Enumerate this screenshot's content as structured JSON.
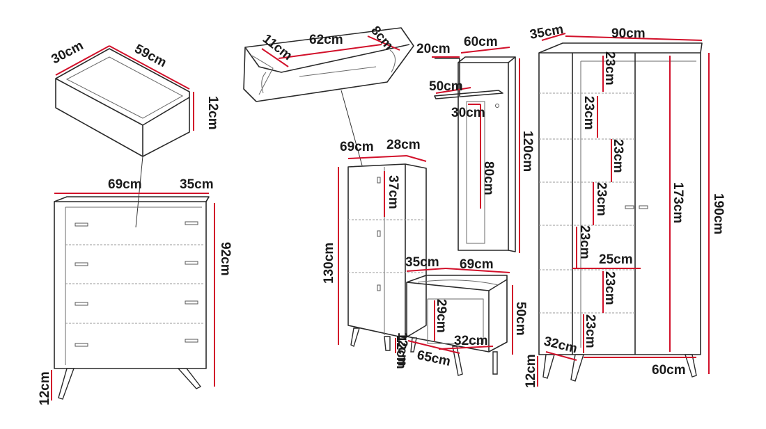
{
  "colors": {
    "outline": "#2a2a2a",
    "dimension_line": "#d2102a",
    "text": "#1a1a1a",
    "background": "#ffffff"
  },
  "drawer": {
    "depth": "30cm",
    "width": "59cm",
    "height": "12cm"
  },
  "chest": {
    "width": "69cm",
    "depth": "35cm",
    "height": "92cm",
    "legs": "12cm"
  },
  "shelf_box": {
    "depth": "11cm",
    "width": "62cm",
    "height": "8cm"
  },
  "hall_panel": {
    "depth": "20cm",
    "width": "60cm",
    "shelf_depth": "50cm",
    "mirror_width": "30cm",
    "mirror_height": "80cm",
    "height": "120cm"
  },
  "cabinet": {
    "width": "69cm",
    "depth": "28cm",
    "compartment": "37cm",
    "height": "130cm",
    "legs": "12cm"
  },
  "bench": {
    "depth": "35cm",
    "width": "69cm",
    "inner_height": "29cm",
    "inner_width": "32cm",
    "width_total": "65cm",
    "height": "50cm",
    "legs": "12cm"
  },
  "wardrobe": {
    "depth": "35cm",
    "width": "90cm",
    "shelf_heights": [
      "23cm",
      "23cm",
      "23cm",
      "23cm",
      "23cm",
      "23cm",
      "23cm"
    ],
    "compartment_width": "25cm",
    "inner_height": "173cm",
    "height": "190cm",
    "leg_depth": "32cm",
    "bottom_width": "60cm",
    "legs": "12cm"
  }
}
